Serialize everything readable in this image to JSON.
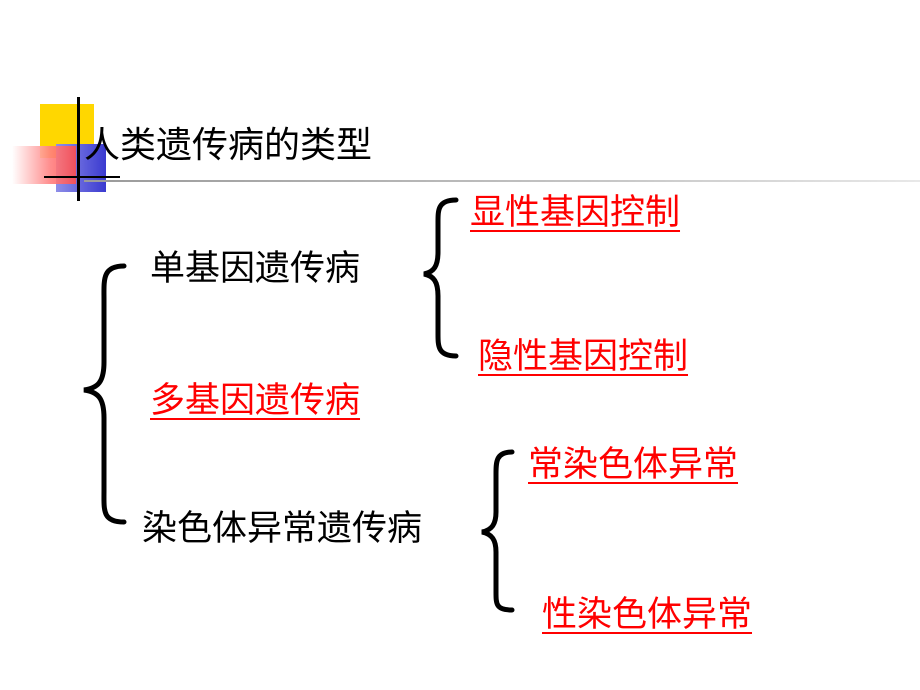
{
  "slide": {
    "title": "人类遗传病的类型"
  },
  "tree": {
    "single_gene": {
      "label": "单基因遗传病",
      "children": [
        "显性基因控制",
        "隐性基因控制"
      ]
    },
    "multi_gene": {
      "label": "多基因遗传病"
    },
    "chromosome": {
      "label": "染色体异常遗传病",
      "children": [
        "常染色体异常",
        "性染色体异常"
      ]
    }
  },
  "colors": {
    "text": "#000000",
    "highlight": "#ff0000",
    "deco_yellow": "#ffd700",
    "deco_red": "#ff6666",
    "deco_blue": "#4a4ad8"
  }
}
